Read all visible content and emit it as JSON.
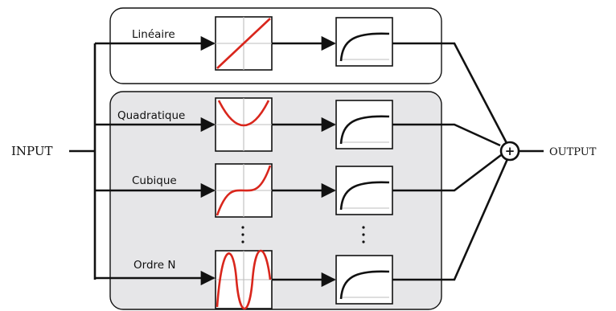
{
  "diagram": {
    "input_label": "INPUT",
    "output_label": "OUTPUT",
    "sum_symbol": "+",
    "branches": [
      {
        "label": "Linéaire",
        "curve": "linear"
      },
      {
        "label": "Quadratique",
        "curve": "quadratic"
      },
      {
        "label": "Cubique",
        "curve": "cubic"
      },
      {
        "label": "Ordre N",
        "curve": "sine"
      }
    ],
    "ellipsis": "⋮",
    "colors": {
      "top_group_fill": "#ffffff",
      "bottom_group_fill": "#e6e6e8",
      "nonlinearity_curve": "#d9261c",
      "wire": "#111111"
    }
  }
}
